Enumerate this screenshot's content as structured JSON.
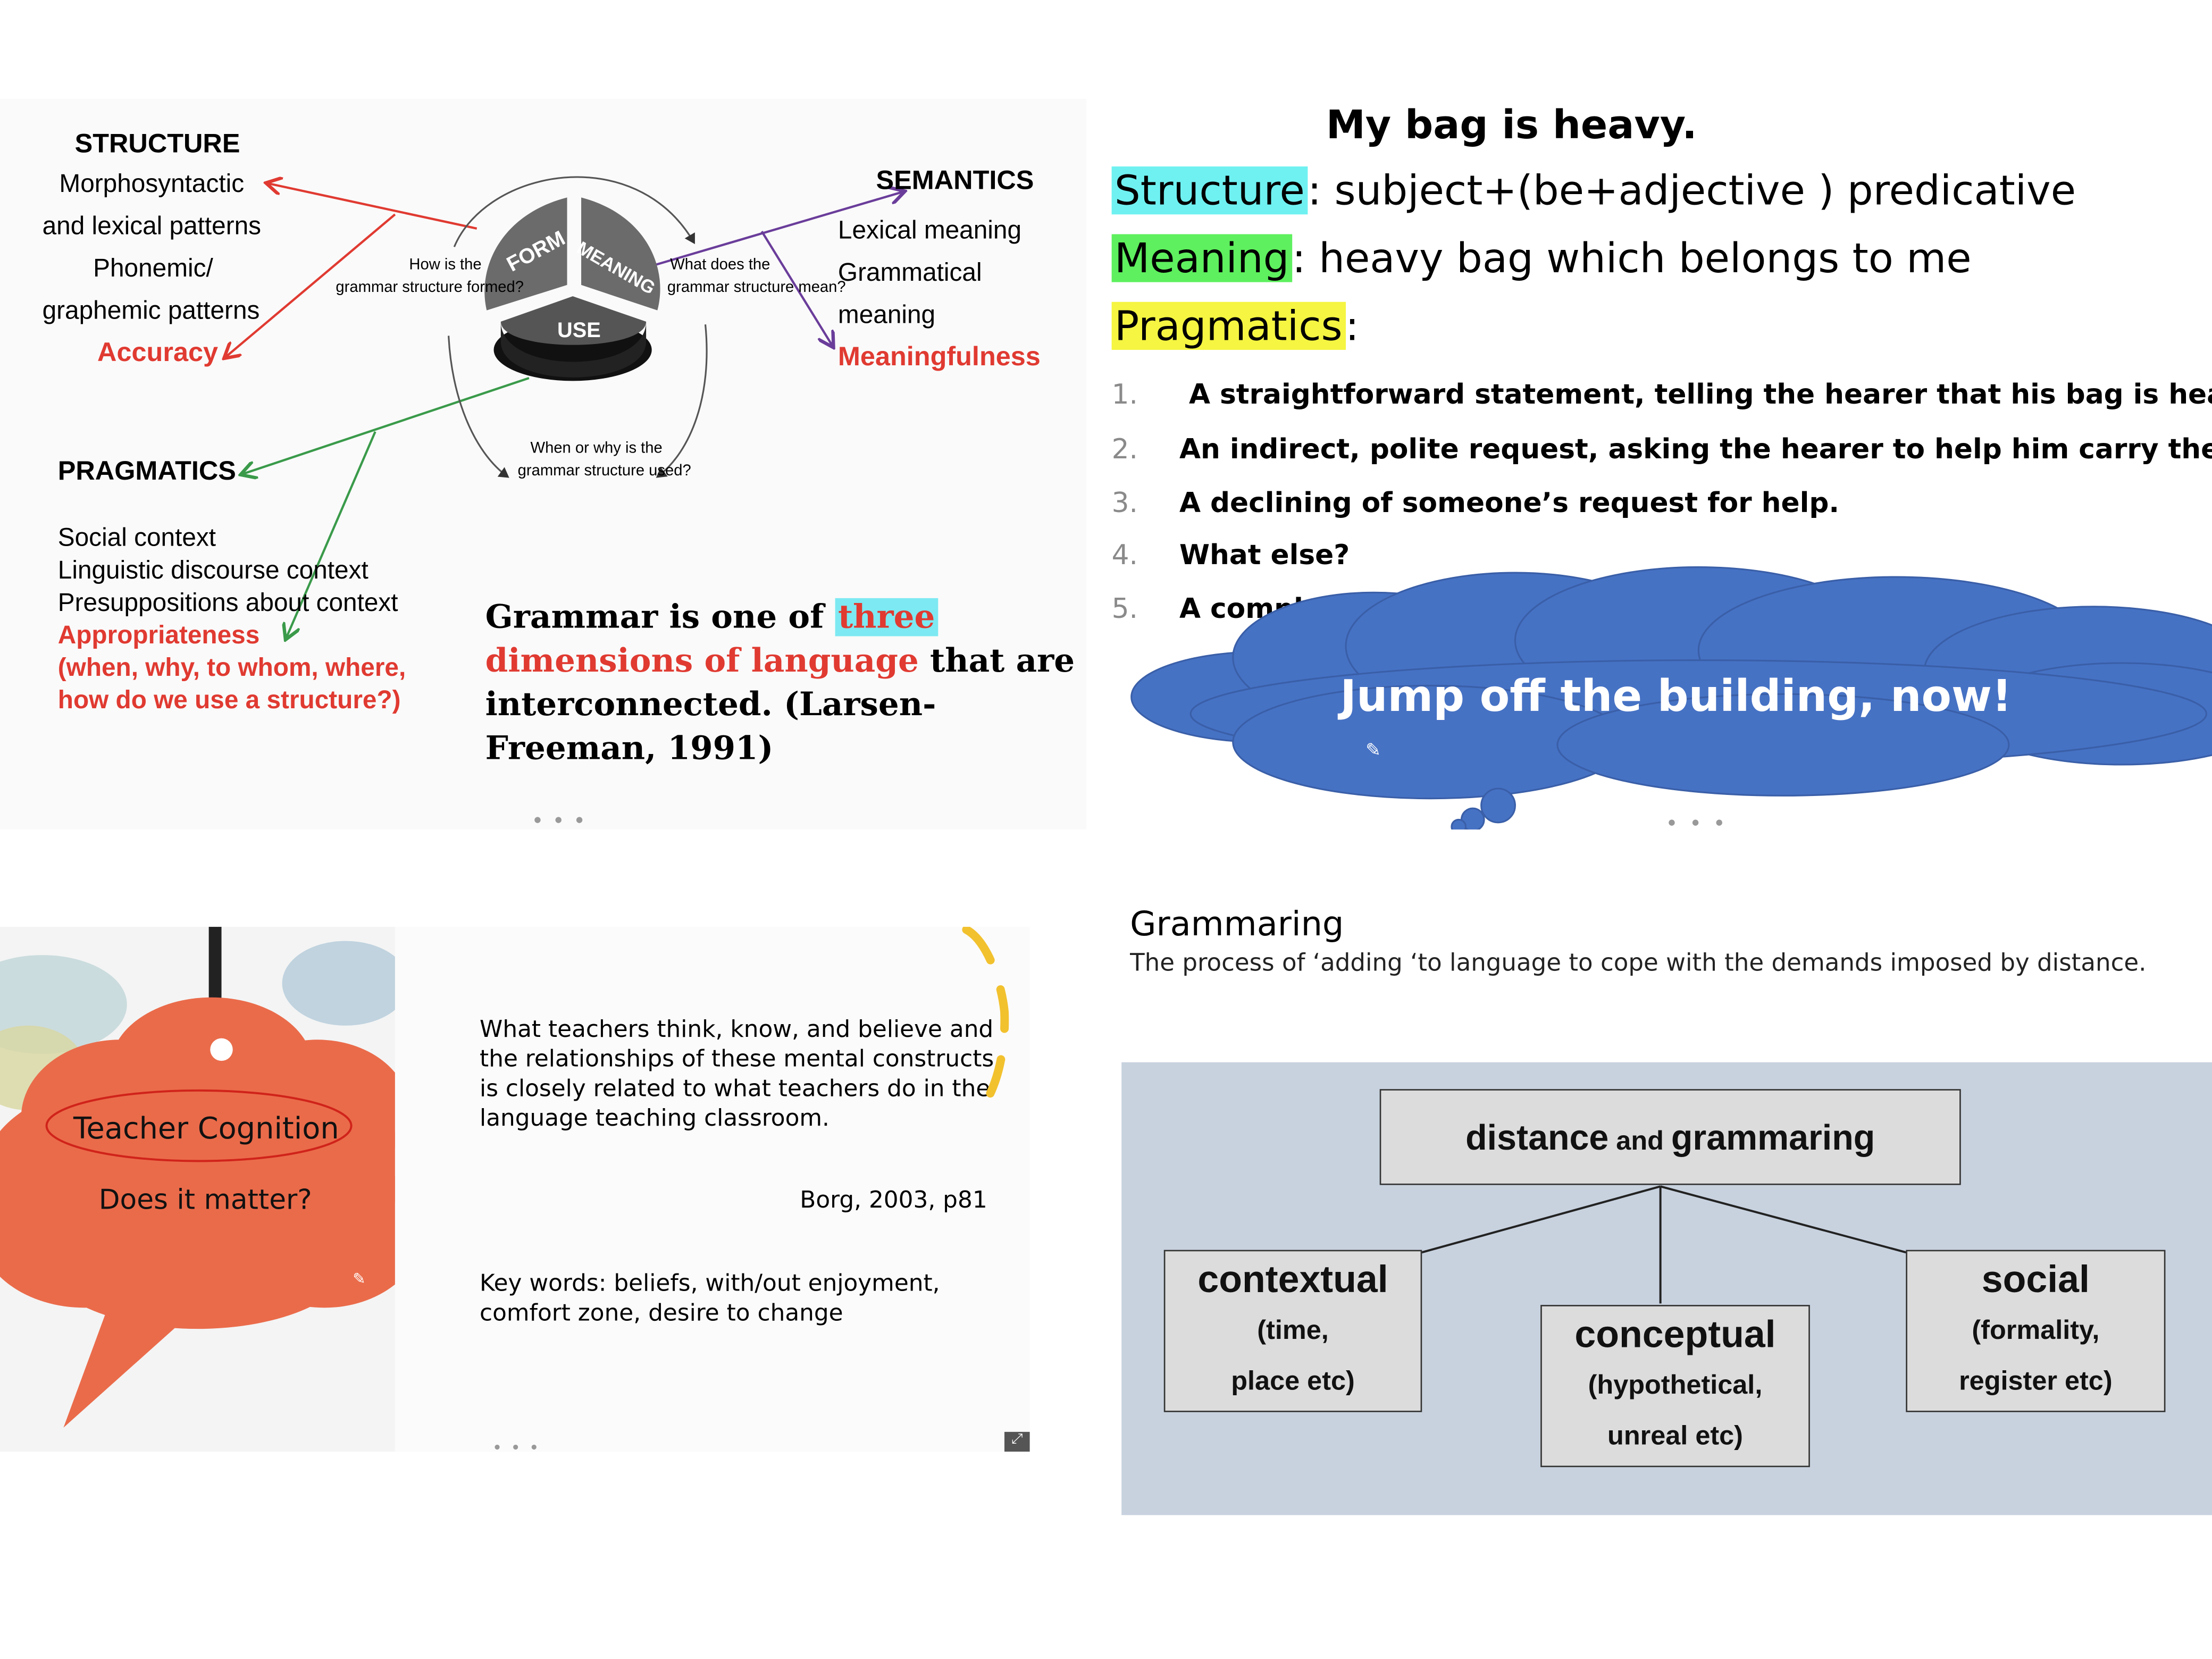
{
  "colors": {
    "accent_red": "#e03a31",
    "structure_highlight": "#6ff1f1",
    "meaning_highlight": "#5ef05e",
    "pragmatics_highlight": "#f5f542",
    "three_highlight": "#7de9f2",
    "cloud_blue": "#4672c4",
    "speech_orange": "#ea6b4a",
    "diagram_bg": "#c8d2df"
  },
  "slide1": {
    "structure": {
      "heading": "STRUCTURE",
      "lines": [
        "Morphosyntactic",
        "and lexical patterns",
        "Phonemic/",
        "graphemic patterns"
      ],
      "outcome": "Accuracy"
    },
    "semantics": {
      "heading": "SEMANTICS",
      "lines": [
        "Lexical meaning",
        "Grammatical",
        "meaning"
      ],
      "outcome": "Meaningfulness"
    },
    "pragmatics": {
      "heading": "PRAGMATICS",
      "lines": [
        "Social context",
        "Linguistic discourse context",
        "Presuppositions about context"
      ],
      "outcome": "Appropriateness",
      "questions": [
        "(when, why, to whom, where,",
        "how do we use a structure?)"
      ]
    },
    "pie": {
      "form": "FORM",
      "meaning": "MEANING",
      "use": "USE",
      "q_form": [
        "How is the",
        "grammar structure formed?"
      ],
      "q_meaning": [
        "What does the",
        "grammar structure mean?"
      ],
      "q_use": [
        "When or why is the",
        "grammar structure used?"
      ]
    },
    "quote": {
      "part1": "Grammar is one of ",
      "three": "three",
      "dimensions": "dimensions of language",
      "part2": " that are",
      "line3": "interconnected. (Larsen-",
      "line4": "Freeman, 1991)"
    }
  },
  "slide2": {
    "title": "My bag is heavy.",
    "structure_label": "Structure",
    "structure_text": ":  subject+(be+adjective ) predicative",
    "meaning_label": "Meaning",
    "meaning_text": ":    heavy bag which belongs to me",
    "pragmatics_label": "Pragmatics",
    "pragmatics_text": ":",
    "items": [
      {
        "num": "1.",
        "text": " A straightforward statement, telling the hearer that his bag is heavy."
      },
      {
        "num": "2.",
        "text": "An indirect, polite request, asking the hearer to help him carry the bag."
      },
      {
        "num": "3.",
        "text": "A declining of someone’s request for help."
      },
      {
        "num": "4.",
        "text": "What else?"
      },
      {
        "num": "5.",
        "text": "A complaint, to show off, to compare"
      }
    ],
    "cloud_text": "Jump off the building, now!"
  },
  "slide3": {
    "bubble_title": "Teacher Cognition",
    "bubble_question": "Does it matter?",
    "quote_lines": [
      "What teachers think, know, and believe and",
      "the relationships of these mental constructs",
      "is closely related to what teachers do in the",
      "language teaching classroom."
    ],
    "citation": "Borg, 2003, p81",
    "keywords_lines": [
      "Key words: beliefs, with/out enjoyment,",
      "comfort zone, desire to change"
    ]
  },
  "slide4": {
    "title": "Grammaring",
    "subtitle": "The process of ‘adding ‘to language to cope with the demands imposed by distance.",
    "top_box": {
      "a": "distance",
      "and": " and ",
      "b": "grammaring"
    },
    "boxes": [
      {
        "title": "contextual",
        "lines": [
          "(time,",
          "place etc)"
        ]
      },
      {
        "title": "conceptual",
        "lines": [
          "(hypothetical,",
          "unreal etc)"
        ]
      },
      {
        "title": "social",
        "lines": [
          "(formality,",
          "register etc)"
        ]
      }
    ]
  }
}
